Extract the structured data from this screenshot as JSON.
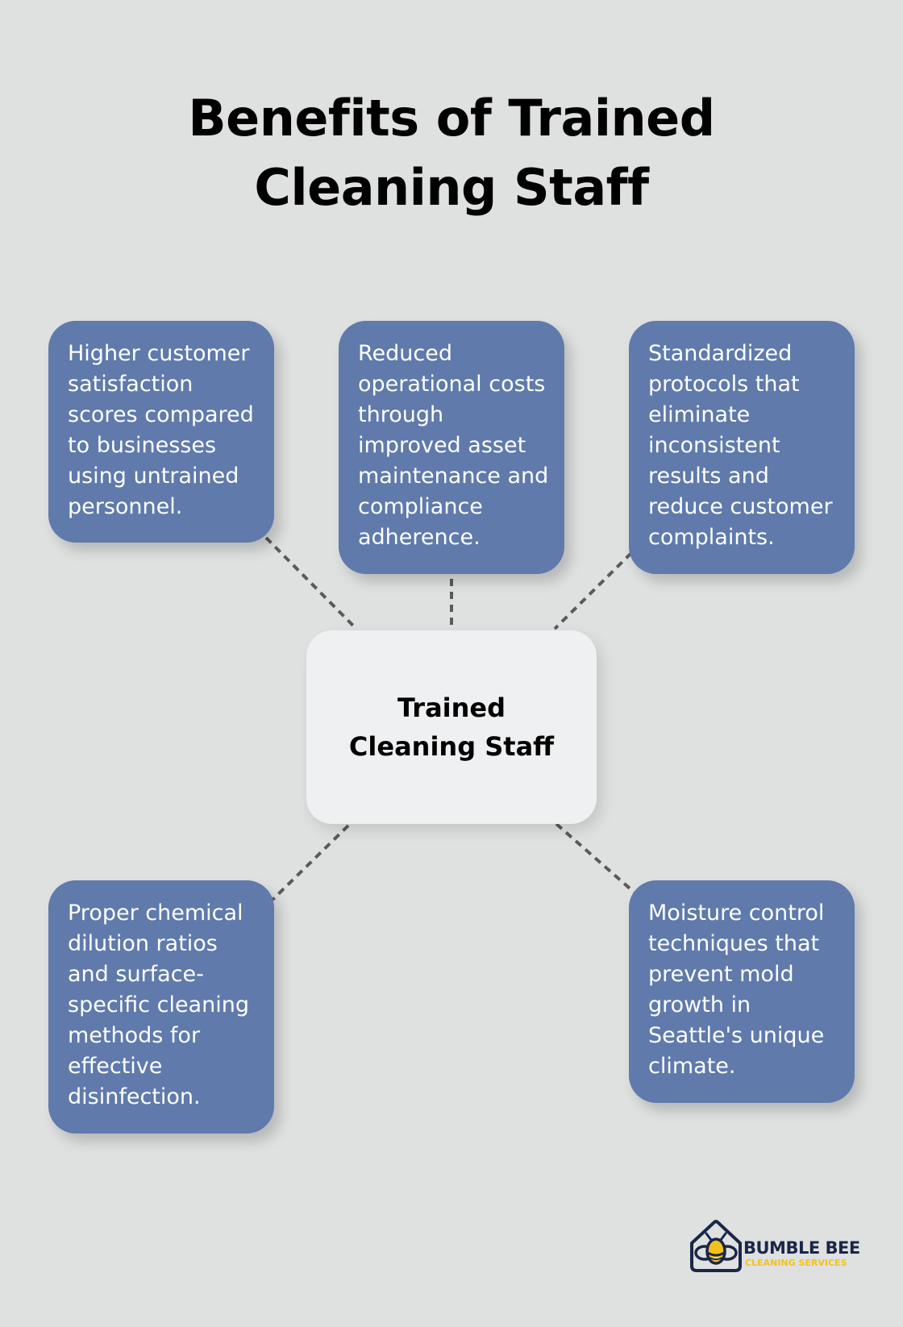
{
  "title": "Benefits of Trained Cleaning Staff",
  "center_node": {
    "label": "Trained Cleaning Staff"
  },
  "benefits": [
    {
      "text": "Higher customer satisfaction scores compared to businesses using untrained personnel."
    },
    {
      "text": "Reduced operational costs through improved asset maintenance and compliance adherence."
    },
    {
      "text": "Standardized protocols that eliminate inconsistent results and reduce customer complaints."
    },
    {
      "text": "Proper chemical dilution ratios and surface-specific cleaning methods for effective disinfection."
    },
    {
      "text": "Moisture control techniques that prevent mold growth in Seattle's unique climate."
    }
  ],
  "logo": {
    "name_line1": "BUMBLE BEE",
    "name_line2": "CLEANING SERVICES",
    "icon": "bee-house-icon"
  },
  "colors": {
    "background": "#dfe1e1",
    "benefit_box": "#5f7aab",
    "center_box": "#eff0f1",
    "connector": "#5a5a5a",
    "logo_navy": "#1b2647",
    "logo_yellow": "#f2c21b"
  }
}
